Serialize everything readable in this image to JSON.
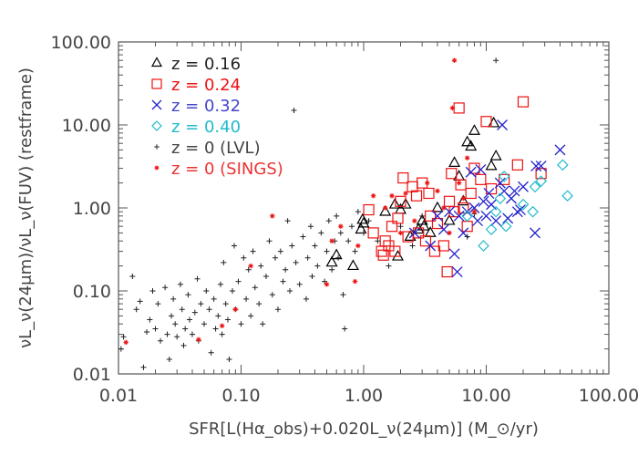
{
  "chart_data": {
    "type": "scatter",
    "x_scale": "log",
    "y_scale": "log",
    "xlim": [
      0.01,
      100
    ],
    "ylim": [
      0.01,
      100
    ],
    "x_ticks": [
      "0.01",
      "0.10",
      "1.00",
      "10.00",
      "100.00"
    ],
    "y_ticks": [
      "0.01",
      "0.10",
      "1.00",
      "10.00",
      "100.00"
    ],
    "x_tick_values": [
      0.01,
      0.1,
      1,
      10,
      100
    ],
    "y_tick_values": [
      0.01,
      0.1,
      1,
      10,
      100
    ],
    "xlabel": "SFR[L(Hα_obs)+0.020L_ν(24μm)] (M_⊙/yr)",
    "ylabel": "νL_ν(24μm)/νL_ν(FUV) (restframe)",
    "legend_placement": "top-left",
    "grid": false,
    "series": [
      {
        "name": "z = 0.16",
        "marker": "triangle",
        "color": "#000000",
        "points": [
          [
            0.55,
            0.22
          ],
          [
            0.6,
            0.27
          ],
          [
            0.82,
            0.2
          ],
          [
            0.95,
            0.55
          ],
          [
            0.98,
            0.72
          ],
          [
            1.0,
            0.65
          ],
          [
            1.5,
            0.9
          ],
          [
            1.8,
            1.1
          ],
          [
            1.9,
            0.26
          ],
          [
            2.0,
            0.95
          ],
          [
            2.2,
            1.1
          ],
          [
            2.4,
            0.45
          ],
          [
            2.8,
            0.55
          ],
          [
            3.0,
            0.7
          ],
          [
            3.1,
            0.6
          ],
          [
            3.5,
            0.5
          ],
          [
            4.0,
            1.0
          ],
          [
            5.0,
            0.7
          ],
          [
            5.5,
            3.5
          ],
          [
            6.0,
            2.4
          ],
          [
            6.5,
            1.2
          ],
          [
            7.0,
            6.2
          ],
          [
            7.5,
            5.5
          ],
          [
            8.0,
            8.5
          ],
          [
            11.0,
            3.2
          ],
          [
            11.5,
            10.5
          ],
          [
            12.0,
            4.2
          ]
        ]
      },
      {
        "name": "z = 0.24",
        "marker": "square",
        "color": "#ee1111",
        "points": [
          [
            1.1,
            0.95
          ],
          [
            1.2,
            0.5
          ],
          [
            1.4,
            0.3
          ],
          [
            1.45,
            0.27
          ],
          [
            1.5,
            0.4
          ],
          [
            1.6,
            0.35
          ],
          [
            1.7,
            0.6
          ],
          [
            1.8,
            0.3
          ],
          [
            1.9,
            0.75
          ],
          [
            2.0,
            1.2
          ],
          [
            2.1,
            2.3
          ],
          [
            2.3,
            0.45
          ],
          [
            2.5,
            1.8
          ],
          [
            2.7,
            1.4
          ],
          [
            2.8,
            0.5
          ],
          [
            3.0,
            2.0
          ],
          [
            3.2,
            0.4
          ],
          [
            3.4,
            1.5
          ],
          [
            3.5,
            0.8
          ],
          [
            3.8,
            0.3
          ],
          [
            4.0,
            0.65
          ],
          [
            4.5,
            0.35
          ],
          [
            4.8,
            0.17
          ],
          [
            5.0,
            1.2
          ],
          [
            5.2,
            2.6
          ],
          [
            5.5,
            0.9
          ],
          [
            6.0,
            16.0
          ],
          [
            6.2,
            1.9
          ],
          [
            6.5,
            1.0
          ],
          [
            7.0,
            0.6
          ],
          [
            7.5,
            1.5
          ],
          [
            8.0,
            3.0
          ],
          [
            9.0,
            2.2
          ],
          [
            10.0,
            11.0
          ],
          [
            11.0,
            1.7
          ],
          [
            14.0,
            2.2
          ],
          [
            18.0,
            3.3
          ],
          [
            20.0,
            19.0
          ],
          [
            28.0,
            2.6
          ]
        ]
      },
      {
        "name": "z = 0.32",
        "marker": "x",
        "color": "#2222cc",
        "points": [
          [
            2.6,
            0.5
          ],
          [
            3.5,
            0.35
          ],
          [
            4.0,
            0.8
          ],
          [
            4.5,
            0.55
          ],
          [
            5.0,
            0.9
          ],
          [
            5.5,
            0.28
          ],
          [
            5.8,
            0.17
          ],
          [
            6.0,
            0.8
          ],
          [
            6.5,
            0.5
          ],
          [
            7.0,
            0.9
          ],
          [
            7.5,
            2.7
          ],
          [
            8.0,
            1.0
          ],
          [
            8.5,
            0.7
          ],
          [
            9.0,
            2.9
          ],
          [
            9.5,
            1.2
          ],
          [
            10.0,
            0.8
          ],
          [
            10.5,
            1.5
          ],
          [
            11.0,
            1.1
          ],
          [
            12.0,
            0.7
          ],
          [
            13.0,
            2.0
          ],
          [
            13.5,
            10.0
          ],
          [
            14.0,
            1.6
          ],
          [
            15.0,
            0.75
          ],
          [
            16.0,
            1.3
          ],
          [
            17.0,
            1.6
          ],
          [
            18.0,
            0.9
          ],
          [
            19.0,
            0.95
          ],
          [
            20.0,
            1.8
          ],
          [
            25.0,
            0.5
          ],
          [
            25.5,
            3.2
          ],
          [
            28.0,
            3.2
          ],
          [
            40.0,
            5.0
          ]
        ]
      },
      {
        "name": "z = 0.40",
        "marker": "diamond",
        "color": "#22bbcc",
        "points": [
          [
            7.0,
            0.8
          ],
          [
            9.5,
            0.35
          ],
          [
            11.0,
            0.55
          ],
          [
            12.0,
            0.9
          ],
          [
            13.0,
            1.3
          ],
          [
            14.0,
            2.4
          ],
          [
            14.5,
            0.6
          ],
          [
            20.0,
            1.1
          ],
          [
            24.0,
            0.9
          ],
          [
            25.0,
            1.8
          ],
          [
            28.0,
            2.1
          ],
          [
            42.0,
            3.3
          ],
          [
            46.0,
            1.4
          ]
        ]
      },
      {
        "name": "z = 0 (LVL)",
        "marker": "plus",
        "color": "#222222",
        "points": [
          [
            0.0105,
            0.02
          ],
          [
            0.011,
            0.028
          ],
          [
            0.013,
            0.15
          ],
          [
            0.014,
            0.06
          ],
          [
            0.015,
            0.075
          ],
          [
            0.016,
            0.012
          ],
          [
            0.017,
            0.032
          ],
          [
            0.018,
            0.045
          ],
          [
            0.019,
            0.1
          ],
          [
            0.02,
            0.035
          ],
          [
            0.021,
            0.07
          ],
          [
            0.022,
            0.025
          ],
          [
            0.024,
            0.11
          ],
          [
            0.025,
            0.03
          ],
          [
            0.026,
            0.015
          ],
          [
            0.027,
            0.05
          ],
          [
            0.028,
            0.08
          ],
          [
            0.029,
            0.04
          ],
          [
            0.03,
            0.028
          ],
          [
            0.032,
            0.12
          ],
          [
            0.033,
            0.06
          ],
          [
            0.034,
            0.022
          ],
          [
            0.035,
            0.035
          ],
          [
            0.037,
            0.09
          ],
          [
            0.038,
            0.045
          ],
          [
            0.04,
            0.03
          ],
          [
            0.042,
            0.055
          ],
          [
            0.044,
            0.14
          ],
          [
            0.045,
            0.025
          ],
          [
            0.047,
            0.07
          ],
          [
            0.05,
            0.04
          ],
          [
            0.052,
            0.1
          ],
          [
            0.055,
            0.06
          ],
          [
            0.057,
            0.018
          ],
          [
            0.06,
            0.08
          ],
          [
            0.062,
            0.035
          ],
          [
            0.065,
            0.05
          ],
          [
            0.068,
            0.12
          ],
          [
            0.07,
            0.03
          ],
          [
            0.072,
            0.22
          ],
          [
            0.075,
            0.07
          ],
          [
            0.078,
            0.045
          ],
          [
            0.08,
            0.015
          ],
          [
            0.085,
            0.1
          ],
          [
            0.088,
            0.35
          ],
          [
            0.09,
            0.06
          ],
          [
            0.095,
            0.13
          ],
          [
            0.1,
            0.04
          ],
          [
            0.105,
            0.25
          ],
          [
            0.11,
            0.08
          ],
          [
            0.115,
            0.18
          ],
          [
            0.12,
            0.05
          ],
          [
            0.125,
            0.3
          ],
          [
            0.13,
            0.11
          ],
          [
            0.14,
            0.07
          ],
          [
            0.145,
            0.2
          ],
          [
            0.15,
            0.04
          ],
          [
            0.16,
            0.15
          ],
          [
            0.17,
            0.4
          ],
          [
            0.18,
            0.09
          ],
          [
            0.19,
            0.25
          ],
          [
            0.2,
            0.06
          ],
          [
            0.21,
            0.3
          ],
          [
            0.22,
            0.13
          ],
          [
            0.23,
            0.18
          ],
          [
            0.24,
            0.7
          ],
          [
            0.25,
            0.1
          ],
          [
            0.26,
            0.35
          ],
          [
            0.27,
            15.0
          ],
          [
            0.28,
            0.22
          ],
          [
            0.3,
            0.12
          ],
          [
            0.32,
            0.45
          ],
          [
            0.34,
            0.08
          ],
          [
            0.35,
            0.25
          ],
          [
            0.37,
            0.6
          ],
          [
            0.38,
            0.15
          ],
          [
            0.4,
            0.35
          ],
          [
            0.42,
            0.2
          ],
          [
            0.45,
            0.5
          ],
          [
            0.48,
            0.13
          ],
          [
            0.5,
            0.3
          ],
          [
            0.52,
            0.7
          ],
          [
            0.55,
            0.18
          ],
          [
            0.58,
            0.4
          ],
          [
            0.6,
            0.8
          ],
          [
            0.62,
            0.25
          ],
          [
            0.65,
            0.5
          ],
          [
            0.68,
            0.09
          ],
          [
            0.7,
            0.035
          ],
          [
            0.75,
            0.4
          ],
          [
            0.8,
            0.6
          ],
          [
            0.85,
            0.3
          ],
          [
            0.9,
            0.9
          ],
          [
            1.0,
            0.5
          ],
          [
            1.1,
            0.7
          ],
          [
            1.3,
            0.4
          ],
          [
            1.6,
            0.2
          ],
          [
            2.0,
            0.6
          ],
          [
            2.5,
            0.35
          ],
          [
            3.0,
            0.8
          ],
          [
            7.0,
            0.45
          ],
          [
            8.0,
            0.85
          ],
          [
            12.0,
            60.0
          ]
        ]
      },
      {
        "name": "z = 0 (SINGS)",
        "marker": "asterisk",
        "color": "#ee1111",
        "points": [
          [
            0.0115,
            0.024
          ],
          [
            0.045,
            0.026
          ],
          [
            0.07,
            0.038
          ],
          [
            0.09,
            0.06
          ],
          [
            0.12,
            0.2
          ],
          [
            0.18,
            0.8
          ],
          [
            0.5,
            0.12
          ],
          [
            0.55,
            0.4
          ],
          [
            0.65,
            0.6
          ],
          [
            0.85,
            0.13
          ],
          [
            0.9,
            0.35
          ],
          [
            1.2,
            1.4
          ],
          [
            1.5,
            1.0
          ],
          [
            1.7,
            1.4
          ],
          [
            2.0,
            0.5
          ],
          [
            2.2,
            1.5
          ],
          [
            2.6,
            0.7
          ],
          [
            3.3,
            2.0
          ],
          [
            4.0,
            1.6
          ],
          [
            4.5,
            1.0
          ],
          [
            5.0,
            0.5
          ],
          [
            5.3,
            16.0
          ],
          [
            5.5,
            60.0
          ],
          [
            6.0,
            2.0
          ],
          [
            6.5,
            1.3
          ],
          [
            7.0,
            4.0
          ],
          [
            8.0,
            0.9
          ]
        ]
      }
    ]
  }
}
